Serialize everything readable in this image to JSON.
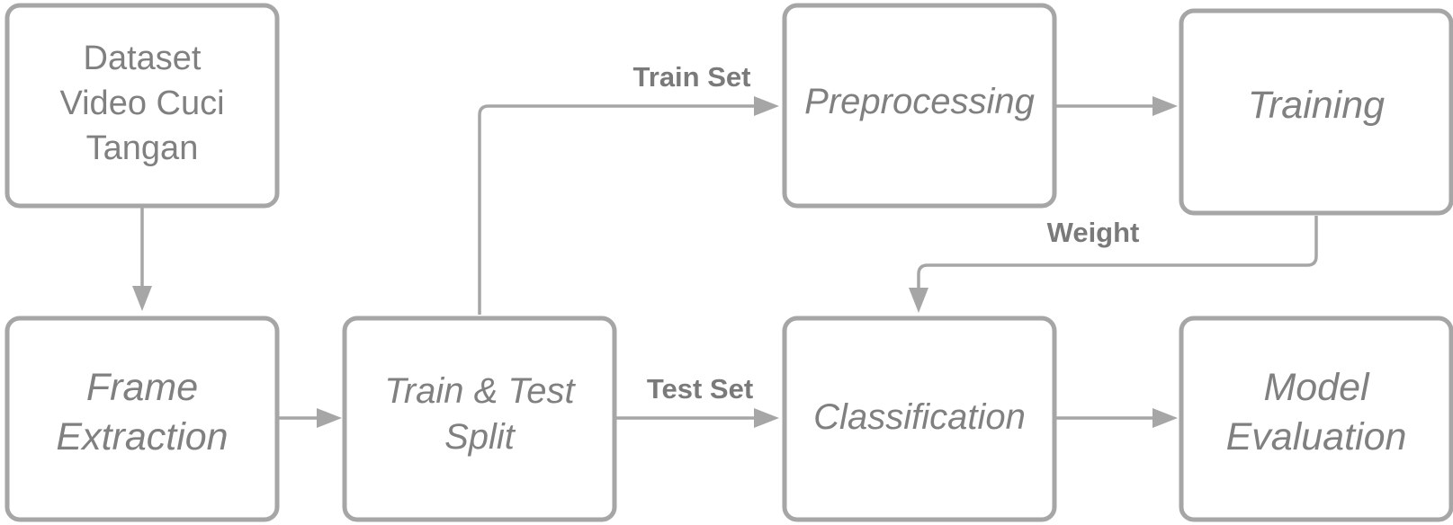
{
  "nodes": {
    "dataset": {
      "lines": [
        "Dataset",
        "Video Cuci",
        "Tangan"
      ]
    },
    "frame_extraction": {
      "lines": [
        "Frame",
        "Extraction"
      ]
    },
    "train_test_split": {
      "lines": [
        "Train & Test",
        "Split"
      ]
    },
    "preprocessing": {
      "lines": [
        "Preprocessing"
      ]
    },
    "training": {
      "lines": [
        "Training"
      ]
    },
    "classification": {
      "lines": [
        "Classification"
      ]
    },
    "model_evaluation": {
      "lines": [
        "Model",
        "Evaluation"
      ]
    }
  },
  "edges": {
    "train_set": "Train Set",
    "test_set": "Test Set",
    "weight": "Weight"
  },
  "colors": {
    "stroke": "#a6a6a6",
    "text": "#808080"
  }
}
